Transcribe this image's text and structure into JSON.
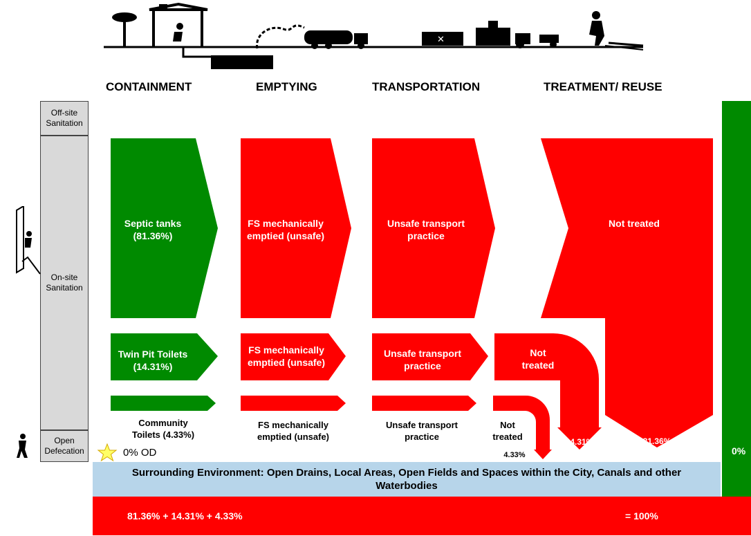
{
  "headers": {
    "containment": "CONTAINMENT",
    "emptying": "EMPTYING",
    "transportation": "TRANSPORTATION",
    "treatment": "TREATMENT/ REUSE"
  },
  "side_labels": {
    "offsite": "Off-site Sanitation",
    "onsite": "On-site Sanitation",
    "open_defecation": "Open Defecation"
  },
  "septic": {
    "containment": "Septic tanks (81.36%)",
    "emptying": "FS mechanically emptied (unsafe)",
    "transport": "Unsafe transport practice",
    "treatment": "Not treated",
    "outflow": "81.36%"
  },
  "twin_pit": {
    "containment": "Twin Pit Toilets (14.31%)",
    "emptying": "FS mechanically emptied (unsafe)",
    "transport": "Unsafe transport practice",
    "treatment": "Not treated",
    "outflow": "14.31%"
  },
  "community": {
    "containment": "Community Toilets (4.33%)",
    "emptying": "FS mechanically emptied (unsafe)",
    "transport": "Unsafe transport practice",
    "treatment": "Not treated",
    "outflow": "4.33%"
  },
  "od_label": "0% OD",
  "environment": "Surrounding Environment: Open Drains, Local Areas, Open Fields and Spaces within the City, Canals and other Waterbodies",
  "footer": {
    "left": "81.36% + 14.31% + 4.33%",
    "right": "= 100%"
  },
  "safe_share": "0%",
  "colors": {
    "safe": "#008a00",
    "unsafe": "#ff0000",
    "environment": "#b7d5ea",
    "side": "#d9d9d9"
  }
}
